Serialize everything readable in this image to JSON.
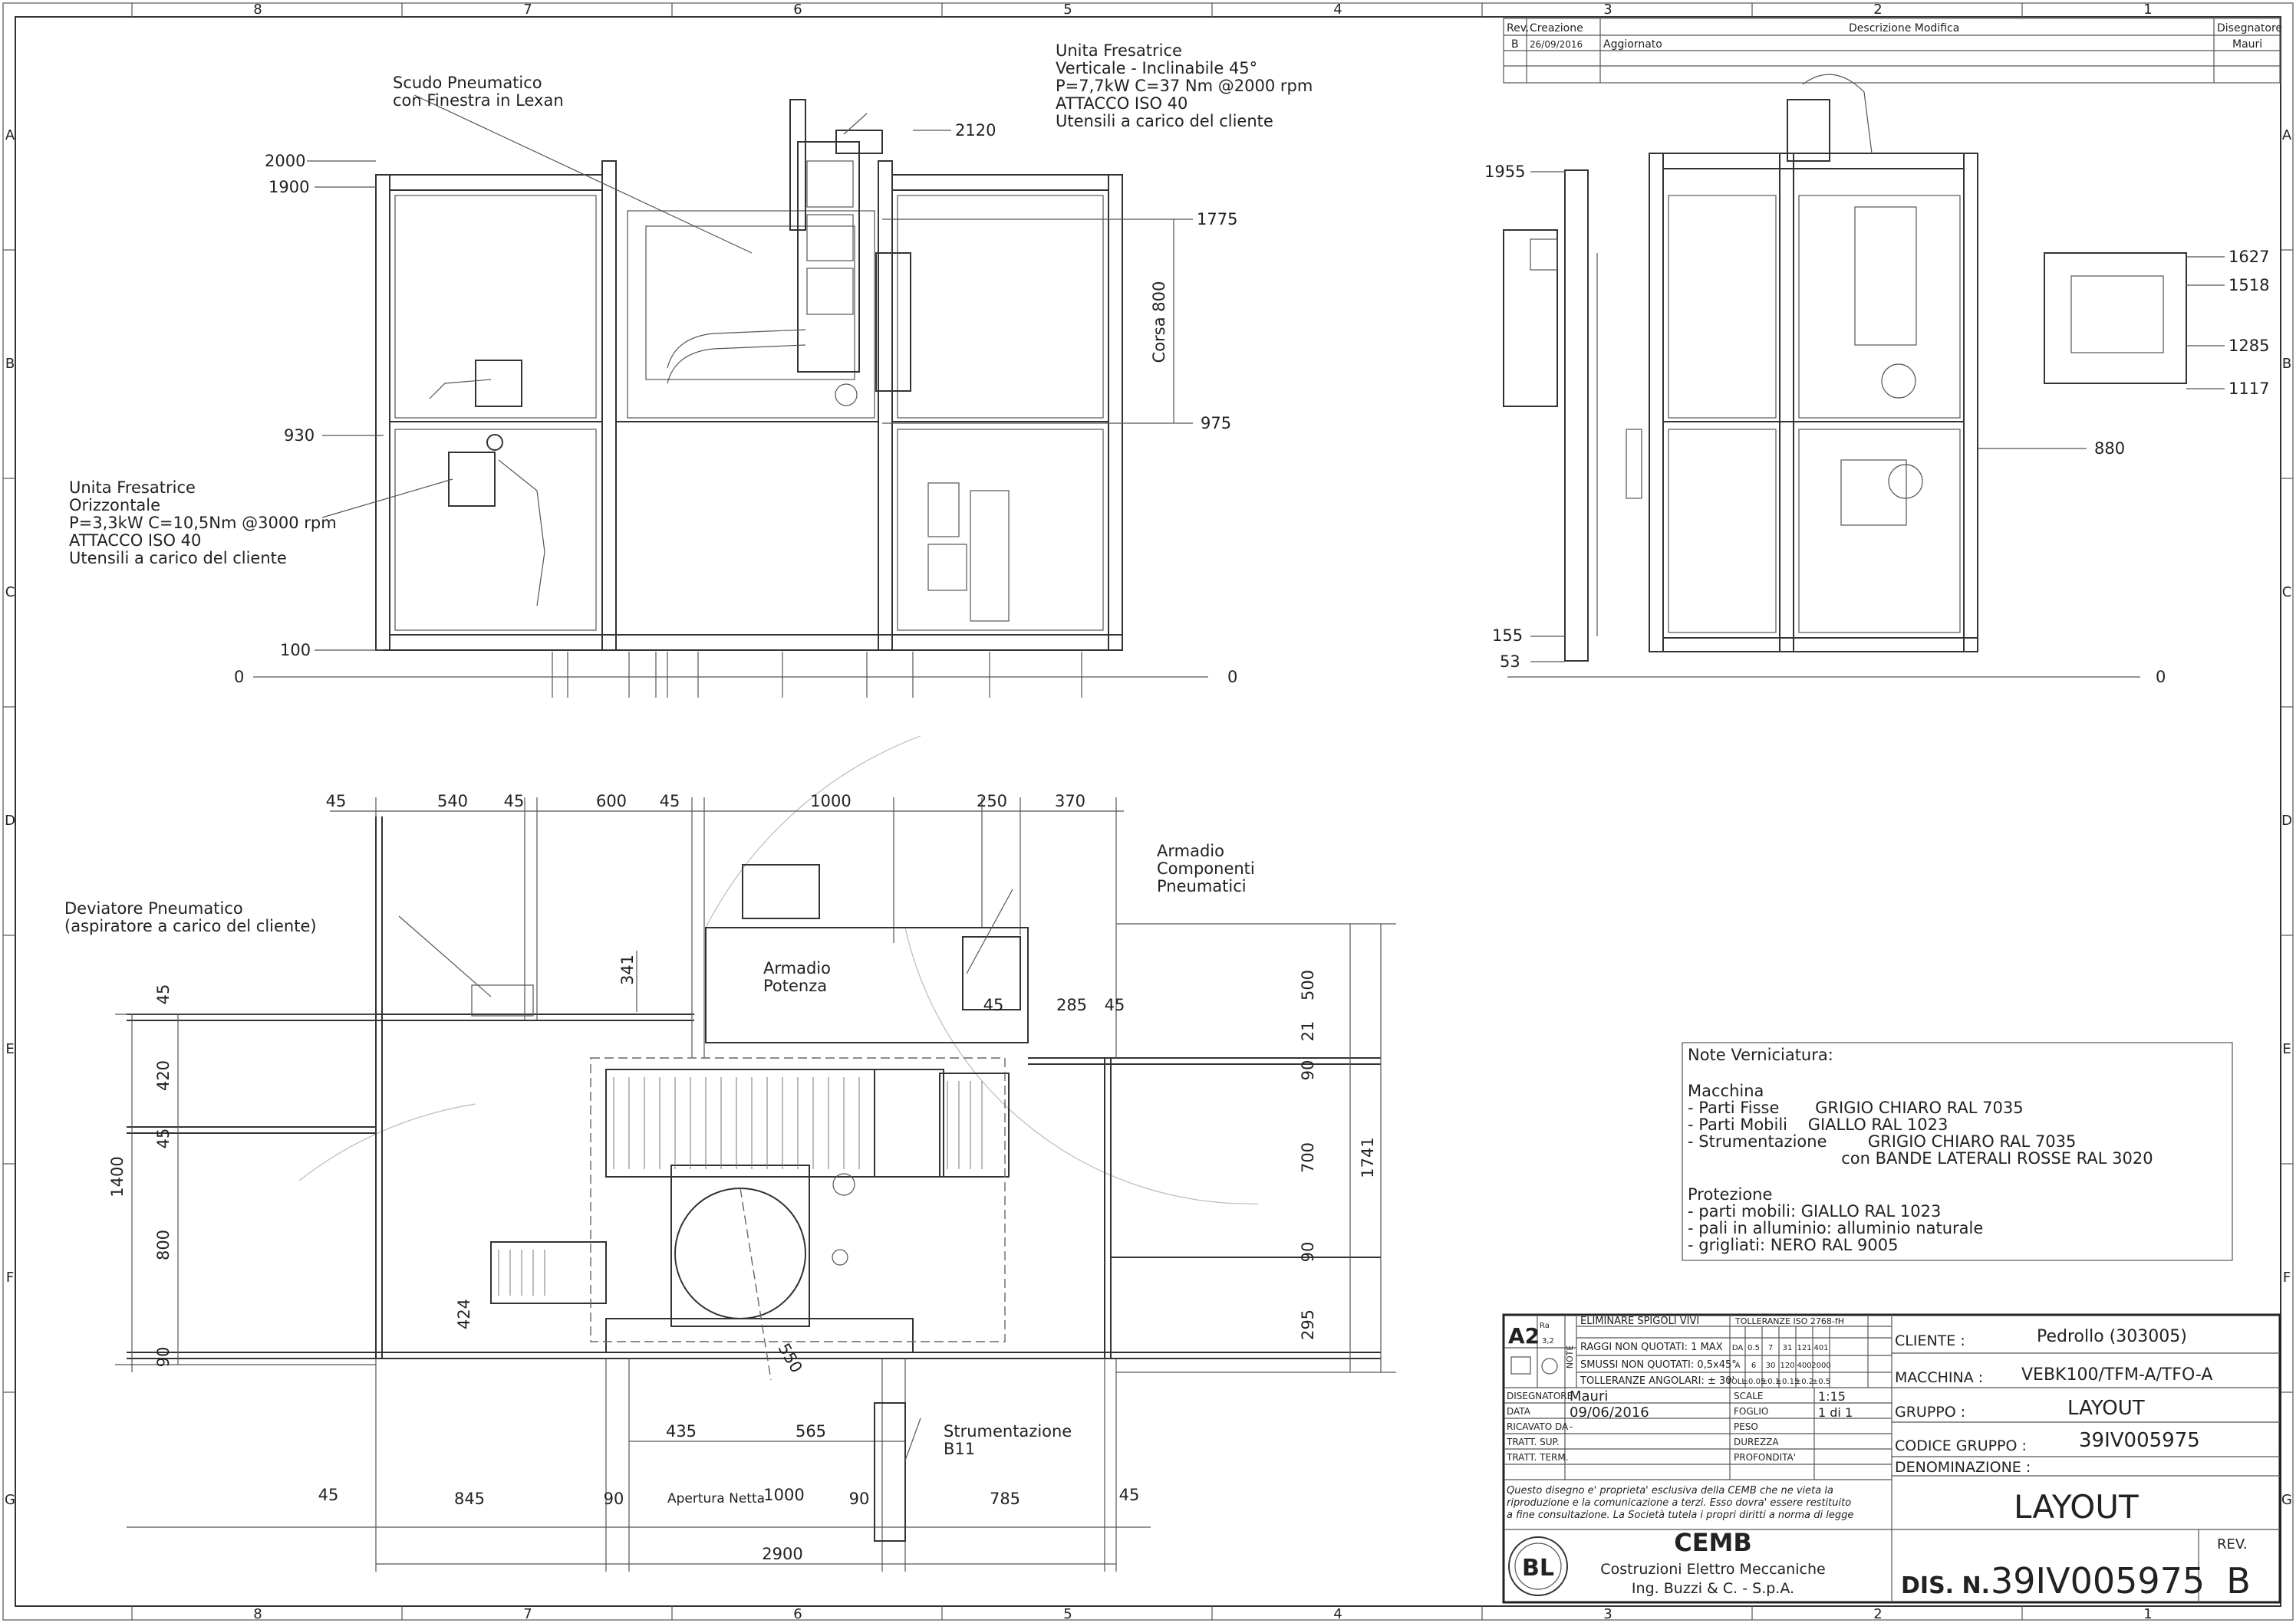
{
  "grid": {
    "columns": [
      "8",
      "7",
      "6",
      "5",
      "4",
      "3",
      "2",
      "1"
    ],
    "rows": [
      "A",
      "B",
      "C",
      "D",
      "E",
      "F",
      "G"
    ]
  },
  "revision_table": {
    "headers": [
      "Rev.",
      "Creazione",
      "Descrizione Modifica",
      "Disegnatore"
    ],
    "row": [
      "B",
      "26/09/2016",
      "Aggiornato",
      "Mauri"
    ]
  },
  "front_view": {
    "label_shield": [
      "Scudo Pneumatico",
      "con Finestra in Lexan"
    ],
    "label_vertical_unit": [
      "Unita Fresatrice",
      "Verticale - Inclinabile 45°",
      "P=7,7kW C=37 Nm @2000 rpm",
      "ATTACCO ISO 40",
      "Utensili a carico del cliente"
    ],
    "label_horizontal_unit": [
      "Unita Fresatrice",
      "Orizzontale",
      "P=3,3kW C=10,5Nm @3000 rpm",
      "ATTACCO ISO 40",
      "Utensili a carico del cliente"
    ],
    "left_levels": [
      "2000",
      "1900",
      "930",
      "100",
      "0"
    ],
    "right_levels": [
      "2120",
      "1775",
      "975",
      "0"
    ],
    "stroke_label": "Corsa 800"
  },
  "side_view": {
    "left_levels": [
      "1955",
      "155",
      "53"
    ],
    "right_levels": [
      "1627",
      "1518",
      "1285",
      "1117",
      "880",
      "0"
    ]
  },
  "plan_view": {
    "top_dims": [
      "45",
      "540",
      "45",
      "600",
      "45",
      "1000",
      "250",
      "370"
    ],
    "left_dims": [
      "45",
      "420",
      "45",
      "800",
      "90"
    ],
    "overall_left": "1400",
    "right_dims": [
      "500",
      "21",
      "90",
      "700",
      "90",
      "295"
    ],
    "overall_right": "1741",
    "bottom_dims": [
      "45",
      "845",
      "90",
      "1000",
      "90",
      "785",
      "45"
    ],
    "bottom_label_opening": "Apertura Netta",
    "overall_bottom": "2900",
    "inner_dims": [
      "341",
      "45",
      "285",
      "45",
      "424",
      "435",
      "565",
      "550"
    ],
    "label_deviator": [
      "Deviatore Pneumatico",
      "(aspiratore a carico del cliente)"
    ],
    "label_cabinet": [
      "Armadio",
      "Componenti",
      "Pneumatici"
    ],
    "label_power": [
      "Armadio",
      "Potenza"
    ],
    "label_instruments": [
      "Strumentazione",
      "B11"
    ]
  },
  "paint_notes": {
    "title": "Note Verniciatura:",
    "lines": [
      "Macchina",
      "- Parti Fisse       GRIGIO CHIARO RAL 7035",
      "- Parti Mobili    GIALLO RAL 1023",
      "- Strumentazione        GRIGIO CHIARO RAL 7035",
      "                              con BANDE LATERALI ROSSE RAL 3020",
      "Protezione",
      "- parti mobili: GIALLO RAL 1023",
      "- pali in alluminio: alluminio naturale",
      "- grigliati: NERO RAL 9005"
    ]
  },
  "title_block": {
    "format": "A2",
    "ra": "Ra",
    "ra_value": "3,2",
    "note": "NOTE",
    "tol_title": "TOLLERANZE ISO 2768-fH",
    "rows": [
      [
        "ELIMINARE SPIGOLI VIVI"
      ],
      [
        "RAGGI NON QUOTATI: 1 MAX",
        "DA",
        "0.5",
        "7",
        "31",
        "121",
        "401"
      ],
      [
        "SMUSSI NON QUOTATI: 0,5x45°",
        "A",
        "6",
        "30",
        "120",
        "400",
        "2000"
      ],
      [
        "TOLLERANZE ANGOLARI: ± 30'",
        "TOLL.",
        "±0.05",
        "±0.1",
        "±0.15",
        "±0.2",
        "±0.5"
      ]
    ],
    "fields": [
      [
        "DISEGNATORE",
        "Mauri",
        "SCALE",
        "1:15"
      ],
      [
        "DATA",
        "09/06/2016",
        "FOGLIO",
        "1 di 1"
      ],
      [
        "RICAVATO DA",
        "-",
        "PESO",
        ""
      ],
      [
        "TRATT. SUP.",
        "",
        "DUREZZA",
        ""
      ],
      [
        "TRATT. TERM.",
        "",
        "PROFONDITA'",
        ""
      ]
    ],
    "client_label": "CLIENTE :",
    "client": "Pedrollo (303005)",
    "machine_label": "MACCHINA :",
    "machine": "VEBK100/TFM-A/TFO-A",
    "group_label": "GRUPPO :",
    "group": "LAYOUT",
    "group_code_label": "CODICE GRUPPO :",
    "group_code": "39IV005975",
    "denomination_label": "DENOMINAZIONE :",
    "denomination": "LAYOUT",
    "disclaimer": [
      "Questo disegno e' proprieta' esclusiva della CEMB che ne vieta la",
      "riproduzione e la comunicazione a terzi. Esso dovra' essere restituito",
      "a fine consultazione. La Società tutela i propri diritti a norma di legge"
    ],
    "company": "CEMB",
    "company_sub1": "Costruzioni Elettro Meccaniche",
    "company_sub2": "Ing. Buzzi & C. - S.p.A.",
    "logo_letters": "BL",
    "dis_label": "DIS. N.",
    "dis_number": "39IV005975",
    "rev_label": "REV.",
    "rev": "B"
  }
}
